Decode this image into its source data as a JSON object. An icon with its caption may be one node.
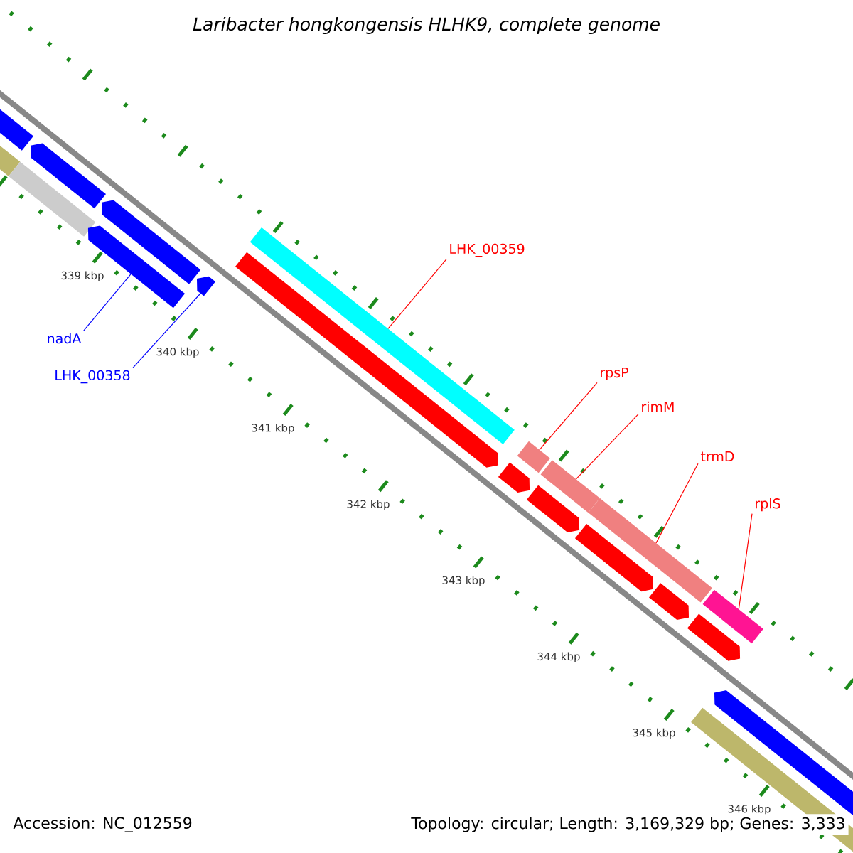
{
  "diagram": {
    "title": "Laribacter hongkongensis HLHK9, complete genome",
    "nodes": [
      {
        "text": [
          "nadA"
        ]
      },
      {
        "text": [],
        "shape": "arrow"
      },
      {
        "text": [
          "LHK_00358"
        ]
      },
      {
        "text": [],
        "shape": "arrow"
      },
      {
        "text": [
          "LHK_00359"
        ]
      },
      {
        "text": [],
        "shape": "bar"
      },
      {
        "text": [
          "rpsP"
        ]
      },
      {
        "text": [],
        "shape": "bar"
      },
      {
        "text": [
          "rimM"
        ]
      },
      {
        "text": [],
        "shape": "bar"
      },
      {
        "text": [
          "trmD"
        ]
      },
      {
        "text": [],
        "shape": "bar"
      },
      {
        "text": [
          "rplS"
        ]
      },
      {
        "text": [],
        "shape": "bar"
      }
    ],
    "edges": [
      {
        "from": 0,
        "to": 1,
        "arrow": "none",
        "color": "#0000ff"
      },
      {
        "from": 2,
        "to": 3,
        "arrow": "none",
        "color": "#0000ff"
      },
      {
        "from": 4,
        "to": 5,
        "arrow": "none"
      },
      {
        "from": 6,
        "to": 7,
        "arrow": "none"
      },
      {
        "from": 8,
        "to": 9,
        "arrow": "none"
      },
      {
        "from": 10,
        "to": 11,
        "arrow": "none"
      },
      {
        "from": 12,
        "to": 13,
        "arrow": "none"
      }
    ],
    "labels": [
      "339 kbp",
      "340 kbp",
      "341 kbp",
      "342 kbp",
      "343 kbp",
      "344 kbp",
      "345 kbp",
      "346 kbp",
      "Accession: NC_012559",
      "Topology: circular; Length: 3,169,329 bp; Genes: 3,333"
    ]
  }
}
